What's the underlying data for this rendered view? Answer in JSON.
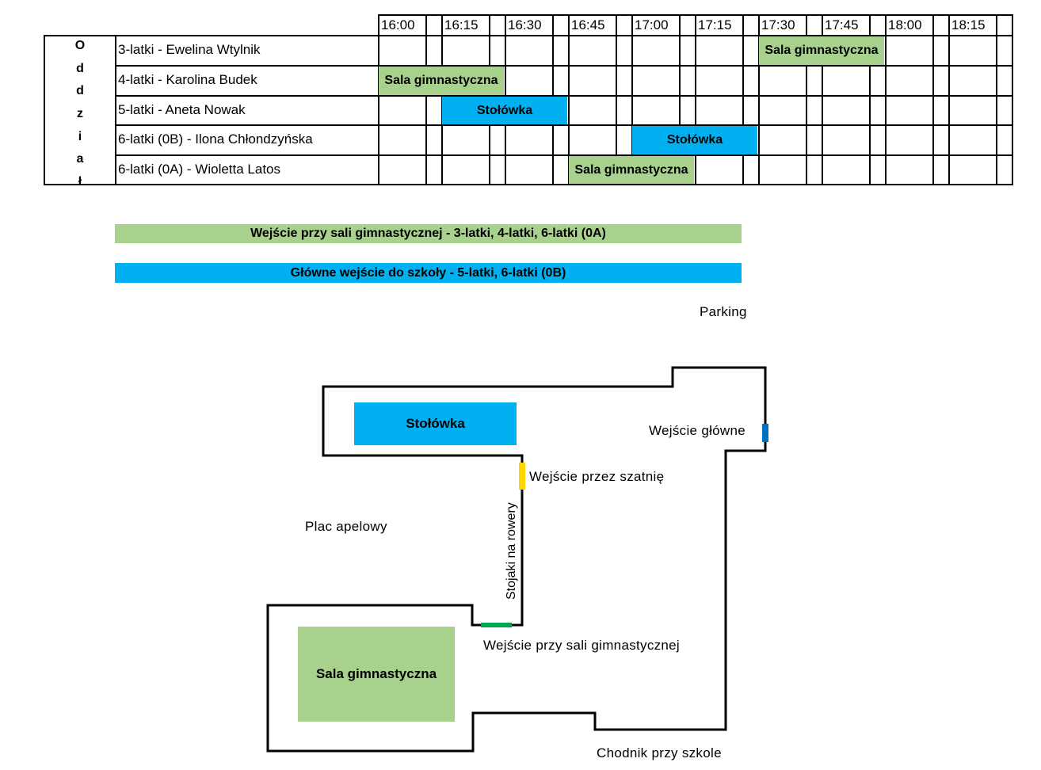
{
  "schedule": {
    "section_label_letters": [
      "O",
      "d",
      "d",
      "z",
      "i",
      "a",
      "ł"
    ],
    "time_labels": [
      "16:00",
      "16:15",
      "16:30",
      "16:45",
      "17:00",
      "17:15",
      "17:30",
      "17:45",
      "18:00",
      "18:15"
    ],
    "groups": [
      "3-latki - Ewelina Wtylnik",
      "4-latki - Karolina Budek",
      "5-latki - Aneta Nowak",
      "6-latki (0B) - Ilona Chłondzyńska",
      "6-latki (0A) - Wioletta Latos"
    ],
    "slots": [
      {
        "row": 0,
        "label": "Sala gimnastyczna",
        "color": "#a9d18e",
        "start": "17:30",
        "end": "18:00"
      },
      {
        "row": 1,
        "label": "Sala gimnastyczna",
        "color": "#a9d18e",
        "start": "16:00",
        "end": "16:30"
      },
      {
        "row": 2,
        "label": "Stołówka",
        "color": "#00b0f0",
        "start": "16:15",
        "end": "16:45"
      },
      {
        "row": 3,
        "label": "Stołówka",
        "color": "#00b0f0",
        "start": "17:00",
        "end": "17:30"
      },
      {
        "row": 4,
        "label": "Sala gimnastyczna",
        "color": "#a9d18e",
        "start": "16:45",
        "end": "17:15"
      }
    ]
  },
  "legend": {
    "gym_entrance": "Wejście przy sali gimnastycznej - 3-latki, 4-latki, 6-latki (0A)",
    "main_entrance": "Główne wejście do szkoły - 5-latki, 6-latki (0B)"
  },
  "map": {
    "parking": "Parking",
    "canteen": "Stołówka",
    "main_entrance": "Wejście główne",
    "cloakroom_entrance": "Wejście przez szatnię",
    "assembly_square": "Plac apelowy",
    "bike_racks": "Stojaki na rowery",
    "gym_entrance": "Wejście przy sali gimnastycznej",
    "gym": "Sala gimnastyczna",
    "sidewalk": "Chodnik przy szkole"
  },
  "colors": {
    "gym_green": "#a9d18e",
    "canteen_blue": "#00b0f0",
    "main_entrance_marker": "#0070c0",
    "cloakroom_marker": "#ffd700",
    "gym_entrance_marker": "#00a651"
  }
}
